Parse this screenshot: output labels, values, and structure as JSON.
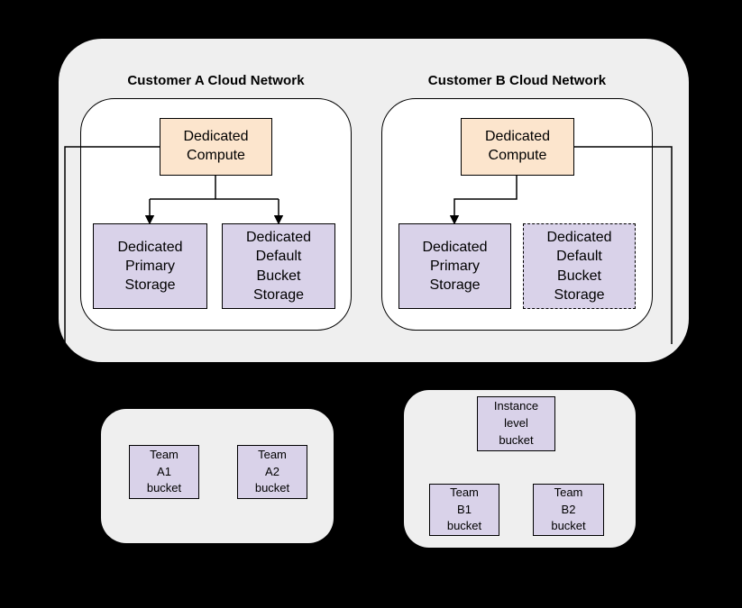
{
  "colors": {
    "background": "#000000",
    "container_fill": "#efefef",
    "network_fill": "#ffffff",
    "compute_fill": "#fce5cd",
    "bucket_fill": "#d9d2e9",
    "line": "#000000"
  },
  "networks": [
    {
      "title": "Customer A Cloud Network",
      "compute_label": "Dedicated\nCompute",
      "primary_storage_label": "Dedicated\nPrimary\nStorage",
      "default_bucket_label": "Dedicated\nDefault\nBucket\nStorage",
      "default_bucket_border": "solid"
    },
    {
      "title": "Customer B Cloud Network",
      "compute_label": "Dedicated\nCompute",
      "primary_storage_label": "Dedicated\nPrimary\nStorage",
      "default_bucket_label": "Dedicated\nDefault\nBucket\nStorage",
      "default_bucket_border": "dashed"
    }
  ],
  "bucket_groups": [
    {
      "buckets": [
        {
          "label": "Team\nA1\nbucket"
        },
        {
          "label": "Team\nA2\nbucket"
        }
      ]
    },
    {
      "instance_bucket_label": "Instance\nlevel\nbucket",
      "buckets": [
        {
          "label": "Team\nB1\nbucket"
        },
        {
          "label": "Team\nB2\nbucket"
        }
      ]
    }
  ]
}
